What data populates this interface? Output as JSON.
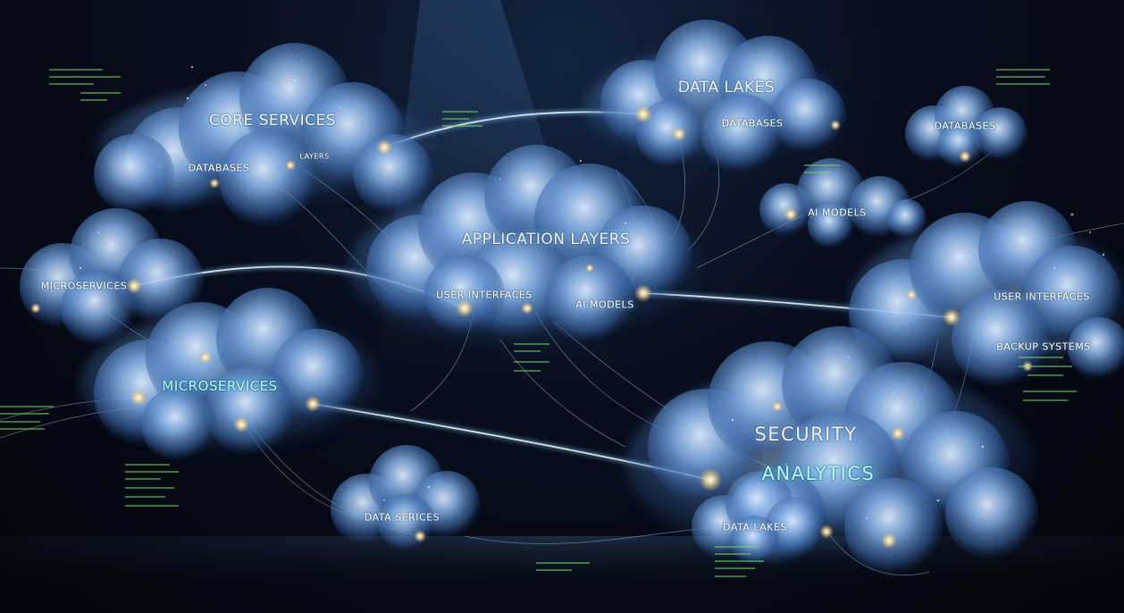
{
  "labels": {
    "core_services": "CORE SERVICES",
    "core_databases": "DATABASES",
    "core_small": "LAYERS",
    "data_lakes_top": "DATA LAKES",
    "data_lakes_databases": "DATABASES",
    "right_databases": "DATABASES",
    "right_ai_models": "AI MODELS",
    "application_layers": "APPLICATION LAYERS",
    "app_user_interfaces": "USER INTERFACES",
    "app_ai_models": "AI MODELS",
    "left_microservices": "MICROSERVICES",
    "microservices": "MICROSERVICES",
    "right_user_interfaces": "USER INTERFACES",
    "backup_systems": "BACKUP SYSTEMS",
    "security": "SECURITY",
    "analytics": "ANALYTICS",
    "data_serices": "DATA SERICES",
    "bottom_data_lakes": "DATA LAKES"
  },
  "colors": {
    "background": "#050a16",
    "cloud_core": "#6f9fd9",
    "cloud_edge": "#c9ddf5",
    "light_stream": "#9fd8ff",
    "node_glow": "#ffd67a",
    "code_green": "#6fd46b",
    "label_cyan": "#bff3ff"
  }
}
